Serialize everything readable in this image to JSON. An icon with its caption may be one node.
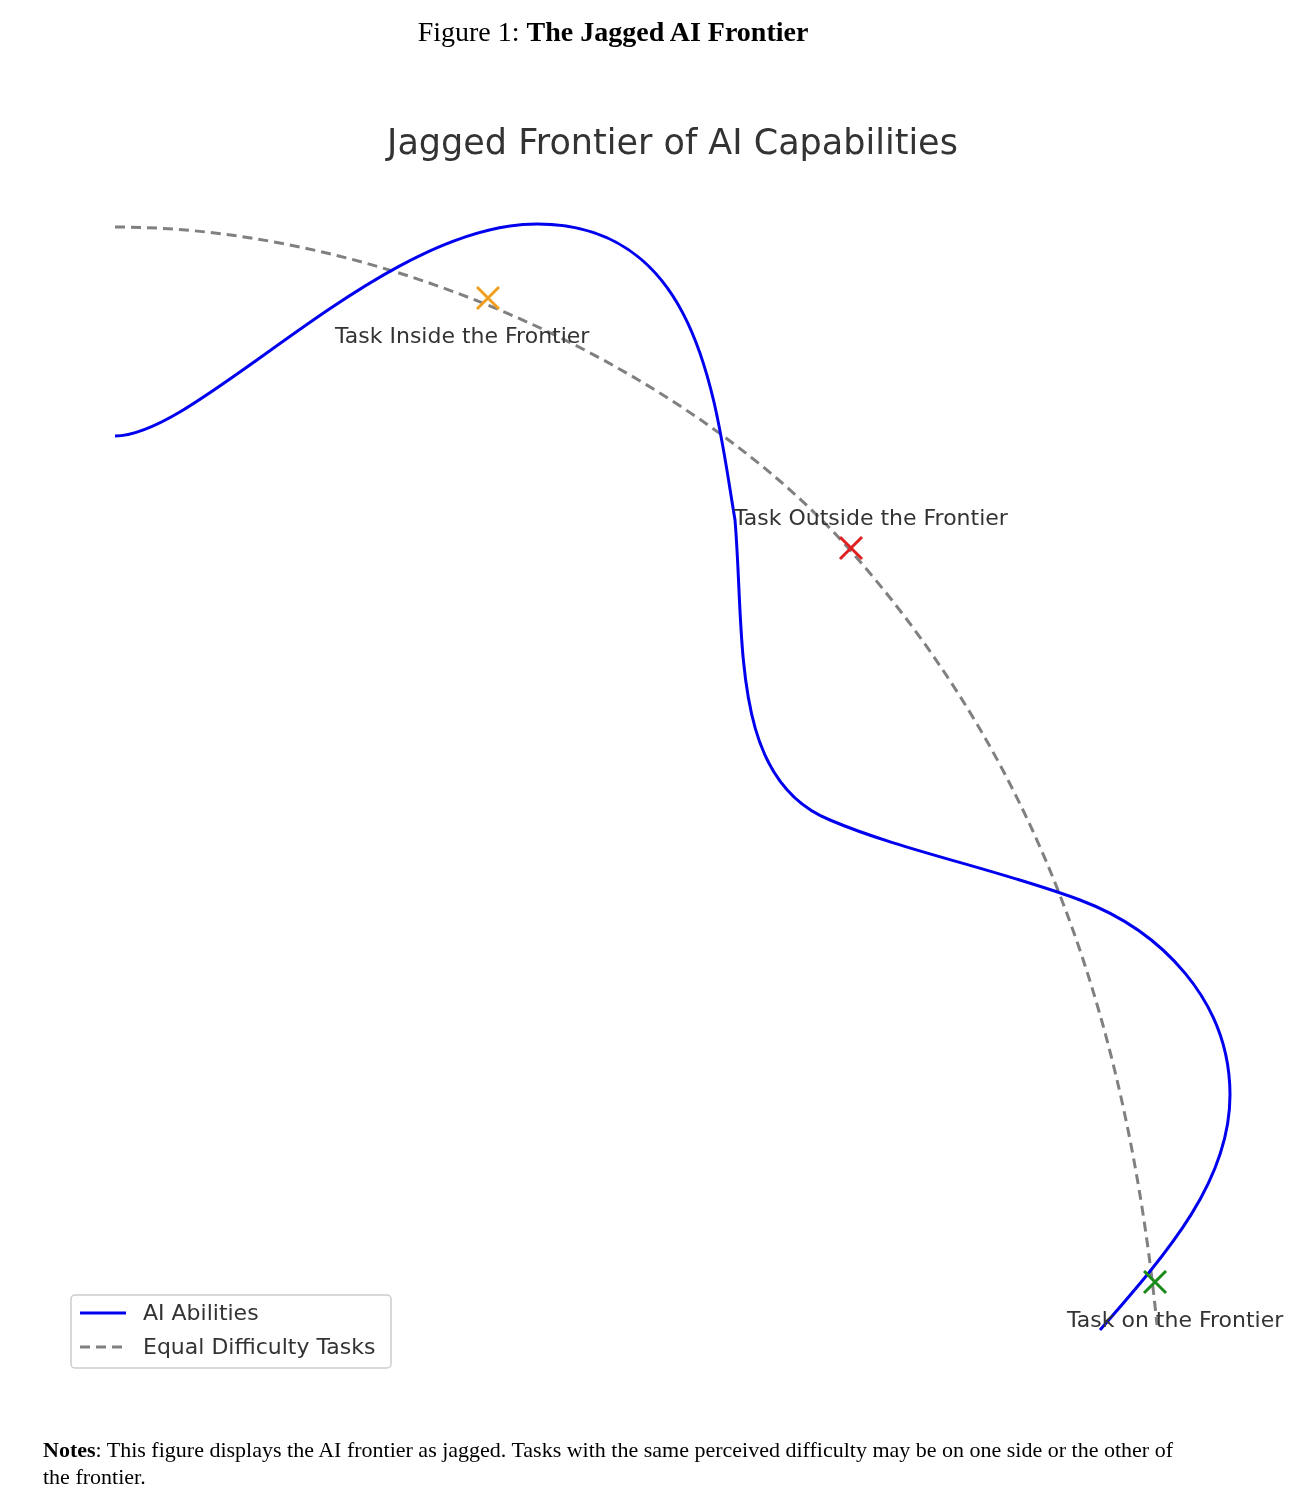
{
  "diagram": {
    "title": "Figure 1: **The Jagged AI Frontier**",
    "labels": [
      "Jagged Frontier of AI Capabilities",
      "Task Inside the Frontier",
      "Task Outside the Frontier",
      "Task on the Frontier"
    ],
    "legend": [
      {
        "text": "AI Abilities"
      },
      {
        "text": "Equal Difficulty Tasks"
      }
    ],
    "caption": "**Notes**: This figure displays the AI frontier as jagged. Tasks with the same perceived difficulty may be on one side or the other of the frontier."
  }
}
